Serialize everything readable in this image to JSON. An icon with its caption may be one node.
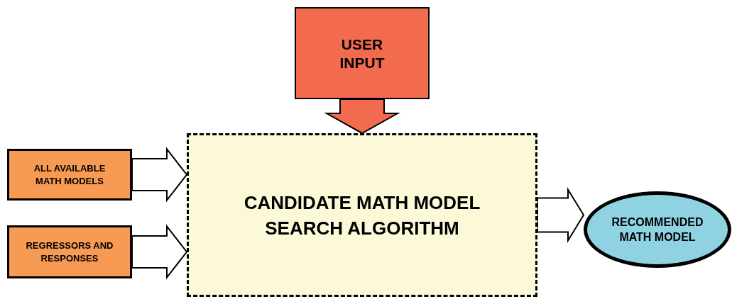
{
  "diagram": {
    "nodes": [
      {
        "text": [
          "USER INPUT"
        ]
      },
      {
        "text": [
          "ALL AVAILABLE MATH MODELS"
        ]
      },
      {
        "text": [
          "REGRESSORS AND RESPONSES"
        ]
      },
      {
        "text": [
          "CANDIDATE MATH MODEL SEARCH ALGORITHM"
        ]
      },
      {
        "text": [
          "RECOMMENDED MATH MODEL"
        ]
      }
    ],
    "edges": [
      {
        "from": 0,
        "to": 3,
        "arrow": "to"
      },
      {
        "from": 1,
        "to": 3,
        "arrow": "to"
      },
      {
        "from": 2,
        "to": 3,
        "arrow": "to"
      },
      {
        "from": 3,
        "to": 4,
        "arrow": "to"
      }
    ]
  }
}
